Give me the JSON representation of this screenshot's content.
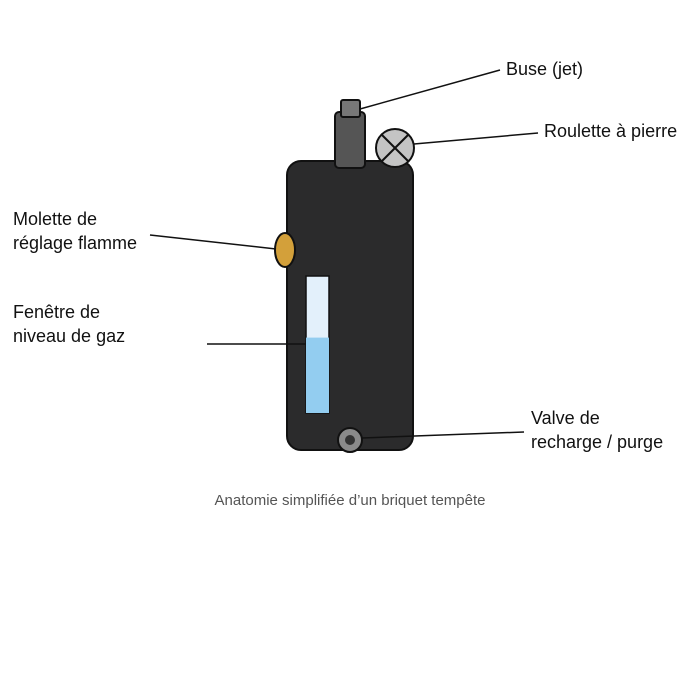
{
  "labels": {
    "nozzle": "Buse (jet)",
    "flint_wheel": "Roulette à pierre",
    "flame_adjust": [
      "Molette de",
      "réglage flamme"
    ],
    "gas_window": [
      "Fenêtre de",
      "niveau de gaz"
    ],
    "refill_valve": [
      "Valve de",
      "recharge / purge"
    ]
  },
  "caption": "Anatomie simplifiée d’un briquet tempête",
  "gas_level": 0.55,
  "colors": {
    "body": "#2b2b2c",
    "nozzle_base": "#555555",
    "nozzle_tip": "#777777",
    "flint_wheel": "#c4c4c4",
    "flame_adjust": "#d3a03a",
    "gas_window_empty": "#e3f0fb",
    "gas_fill": "#93cdf0",
    "valve_outer": "#8a8a8a",
    "valve_inner": "#333333"
  }
}
